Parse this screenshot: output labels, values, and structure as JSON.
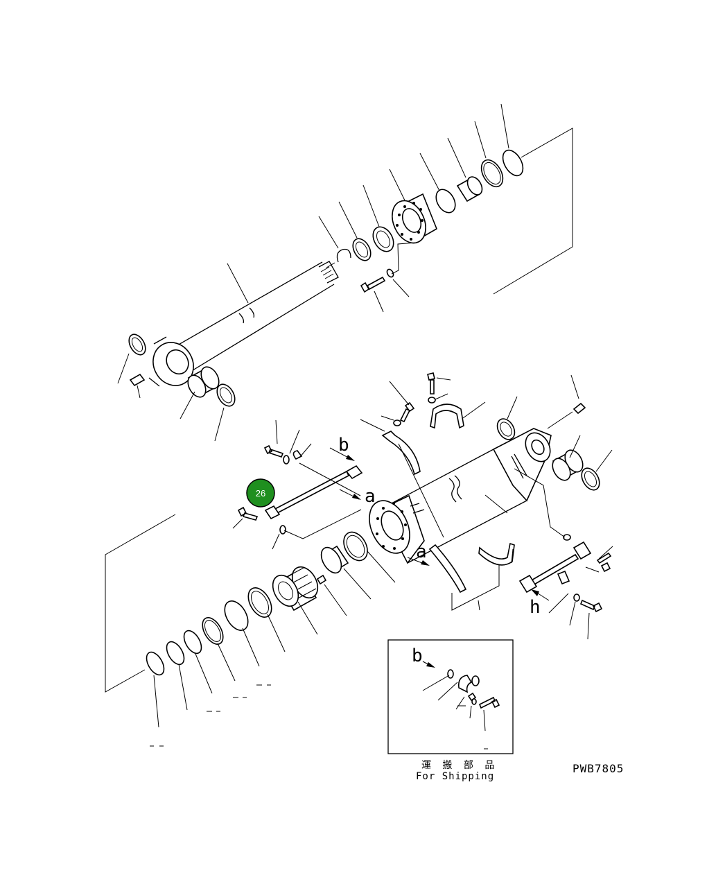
{
  "drawing_code": "PWB7805",
  "shipping_box": {
    "title_jp": "運 搬 部 品",
    "title_en": "For Shipping",
    "arrow_label": "b"
  },
  "view_arrows": {
    "a_upper": "a",
    "a_lower": "a",
    "b_upper": "b",
    "b_lower": "h"
  },
  "callout": {
    "number": "26",
    "color": "#1f8f1f"
  }
}
